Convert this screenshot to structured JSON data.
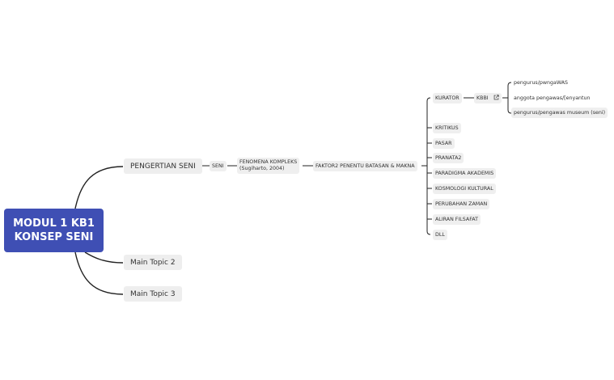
{
  "root": {
    "line1": "MODUL 1 KB1",
    "line2": "KONSEP SENI"
  },
  "topics": {
    "t1": "PENGERTIAN SENI",
    "t2": "Main Topic 2",
    "t3": "Main Topic 3"
  },
  "seni": "SENI",
  "fenomena": {
    "line1": "FENOMENA KOMPLEKS",
    "line2": "(Sugiharto, 2004)"
  },
  "faktor": "FAKTOR2 PENENTU BATASAN & MAKNA",
  "factors": [
    "KURATOR",
    "KRITIKUS",
    "PASAR",
    "PRANATA2",
    "PARADIGMA AKADEMIS",
    "KOSMOLOGI KULTURAL",
    "PERUBAHAN ZAMAN",
    "ALIRAN FILSAFAT",
    "DLL"
  ],
  "kbbi": {
    "label": "KBBI",
    "link_icon": "external-link-icon"
  },
  "kbbi_items": [
    "pengurus/pwngaWAS",
    "anggota pengawas/[enyantun",
    "pengurus/pengawas museum (seni)"
  ],
  "colors": {
    "root_fill": "#3f4fb4",
    "node_fill": "#eeeeee",
    "line": "#222222"
  }
}
